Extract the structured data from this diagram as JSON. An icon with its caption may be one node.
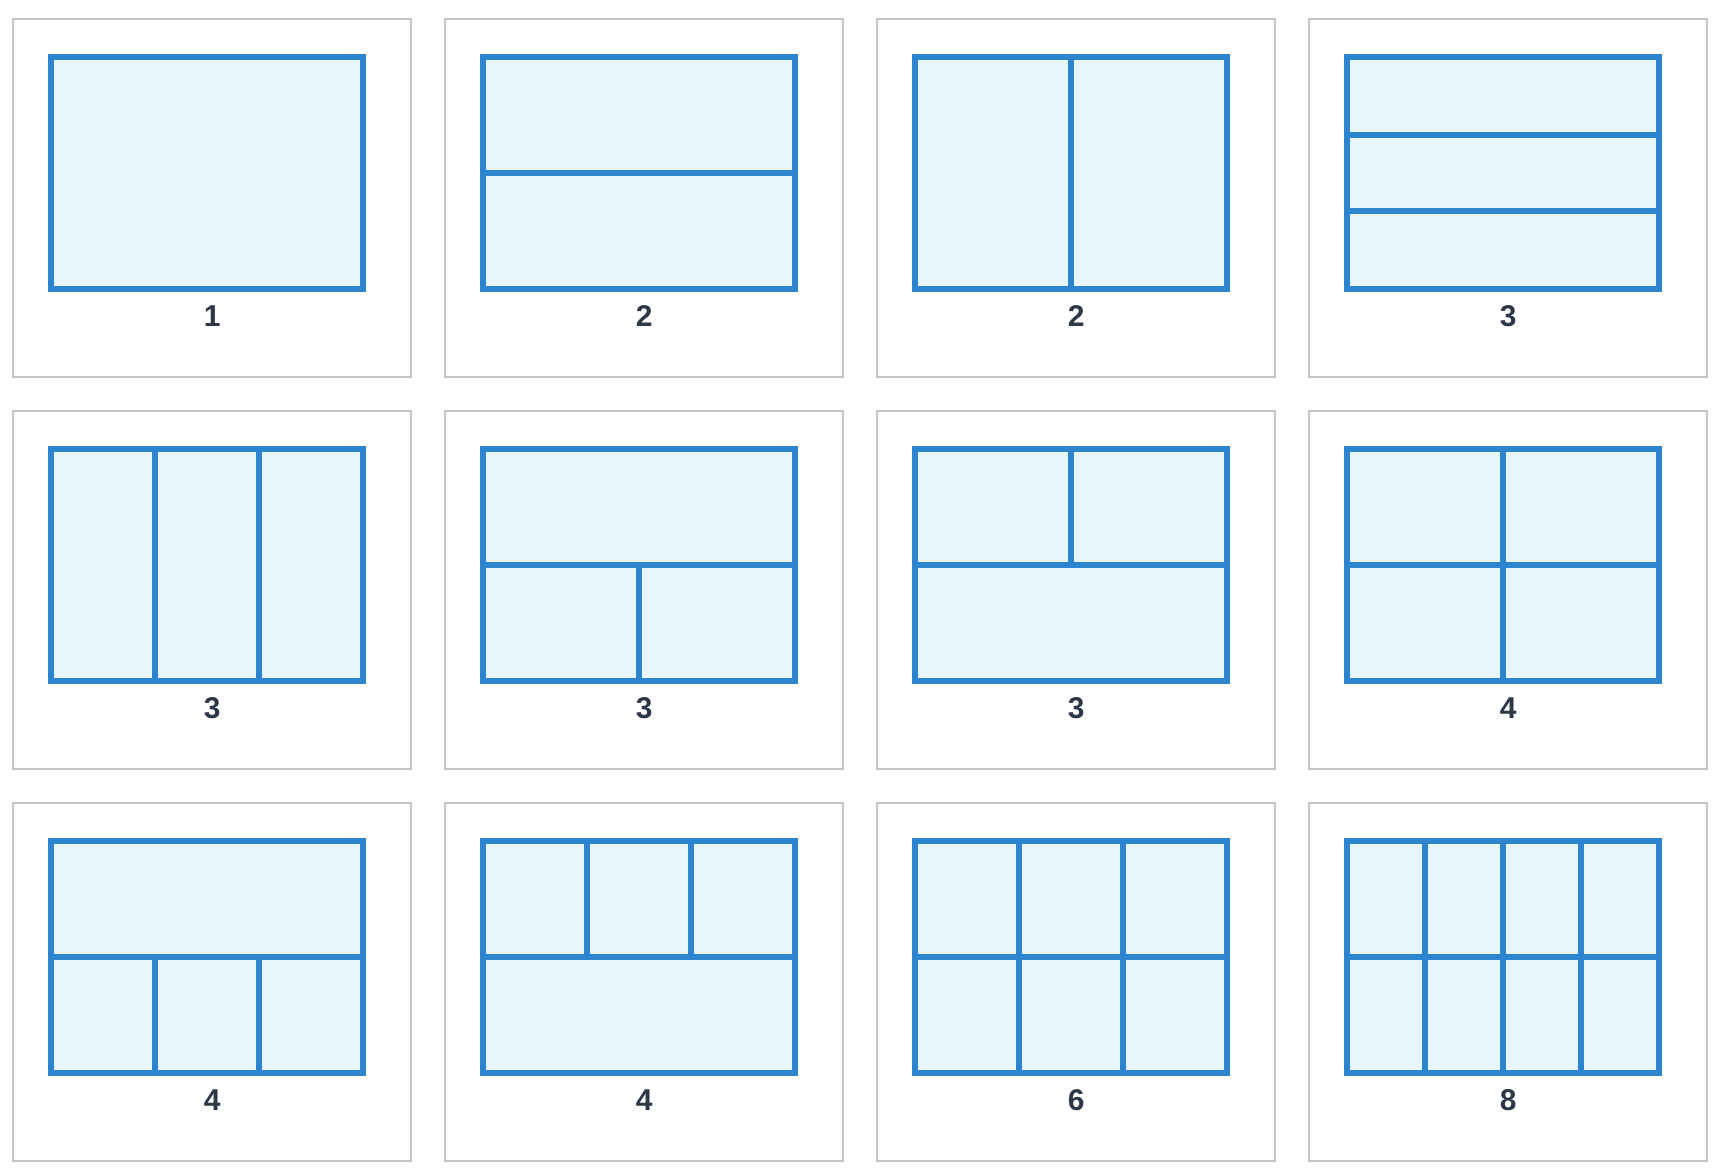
{
  "diagram": {
    "nodes": [
      {
        "text": [
          "1"
        ]
      },
      {
        "text": [
          "2"
        ]
      },
      {
        "text": [
          "2"
        ]
      },
      {
        "text": [
          "3"
        ]
      },
      {
        "text": [
          "3"
        ]
      },
      {
        "text": [
          "3"
        ]
      },
      {
        "text": [
          "3"
        ]
      },
      {
        "text": [
          "4"
        ]
      },
      {
        "text": [
          "4"
        ]
      },
      {
        "text": [
          "4"
        ]
      },
      {
        "text": [
          "6"
        ]
      },
      {
        "text": [
          "8"
        ]
      }
    ]
  }
}
